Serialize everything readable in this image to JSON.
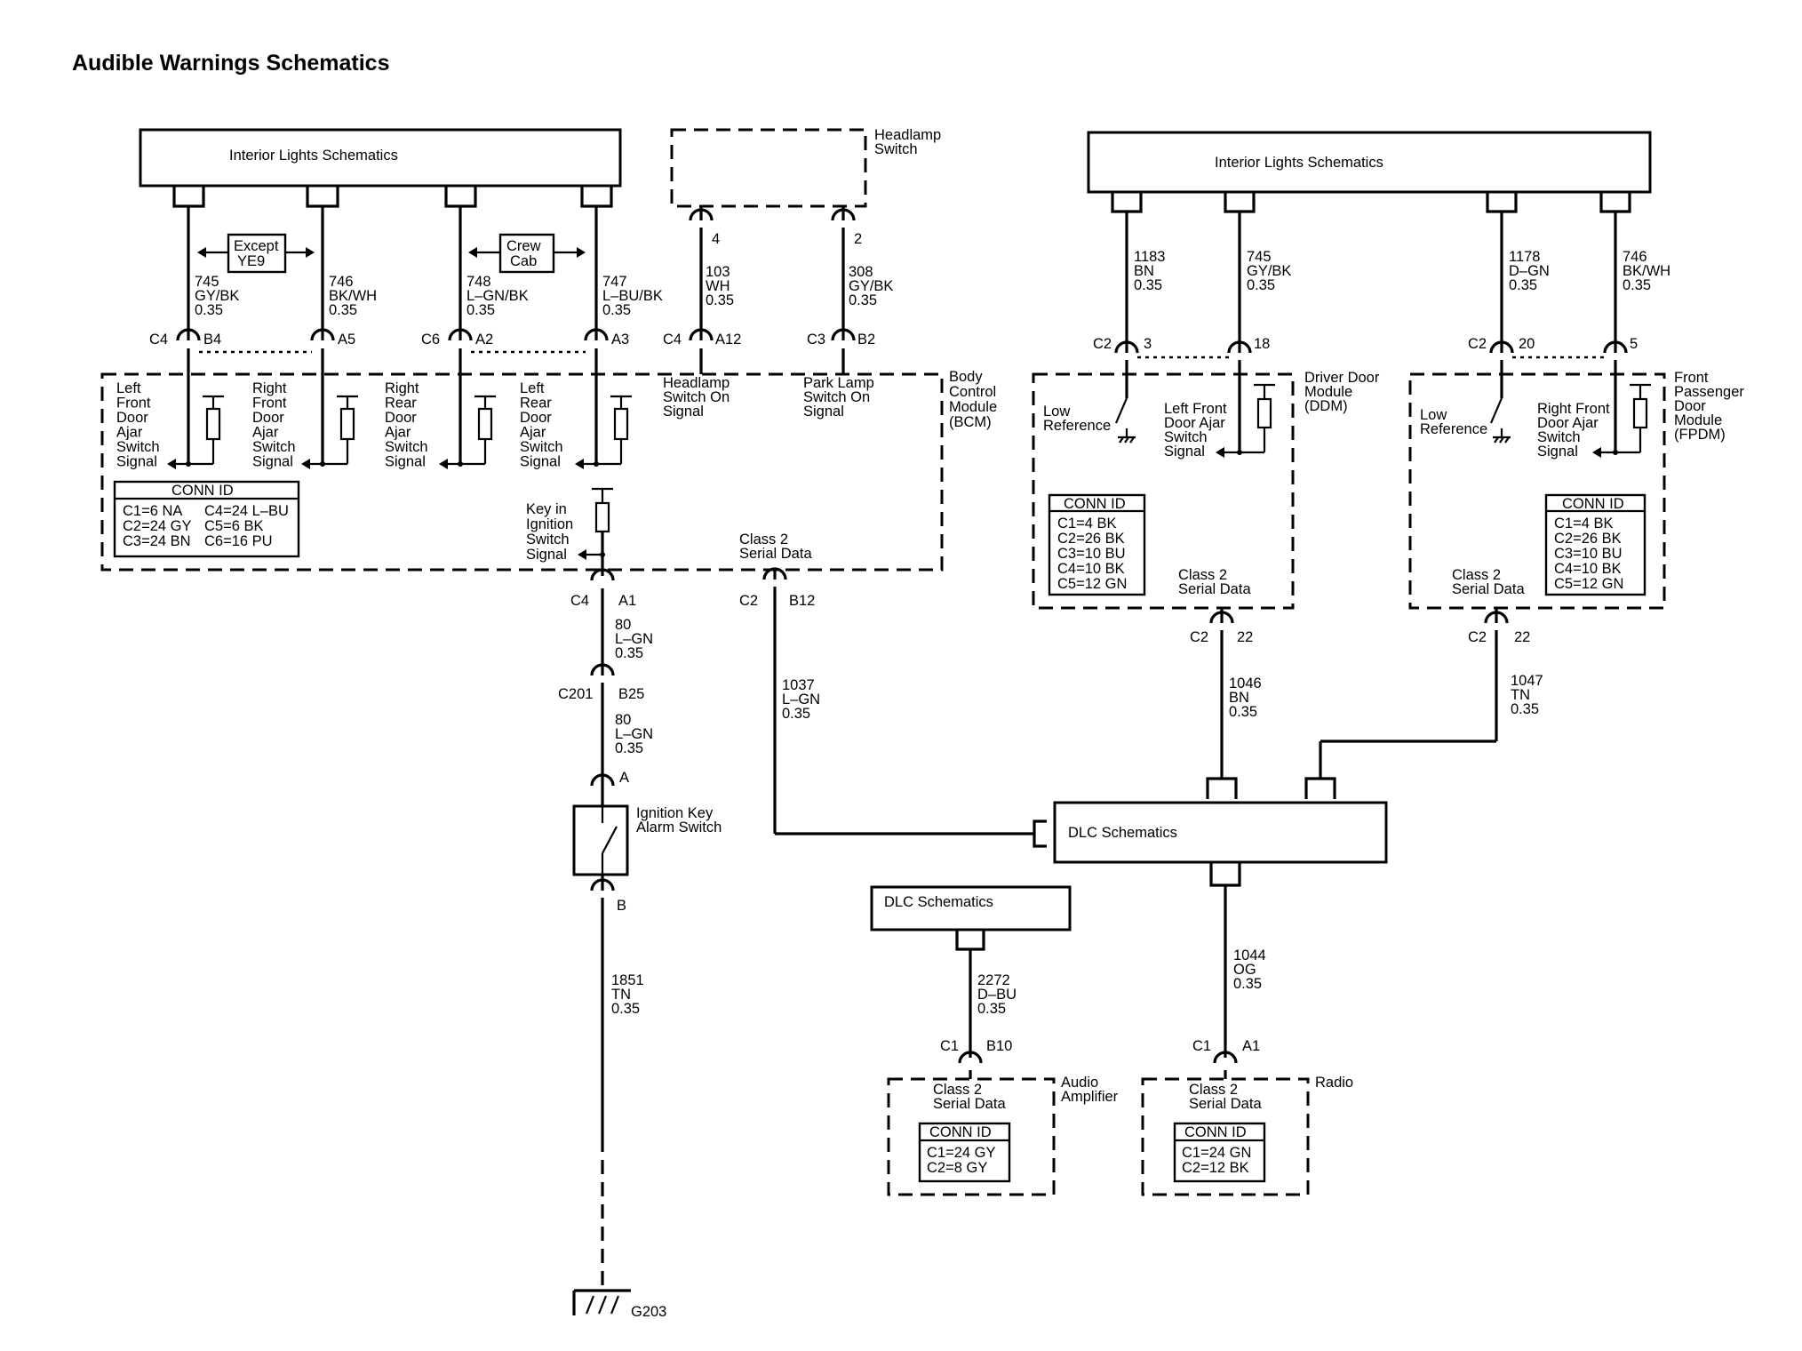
{
  "title": "Audible Warnings Schematics",
  "interior_lights_left": "Interior Lights Schematics",
  "interior_lights_right": "Interior Lights Schematics",
  "headlamp_switch": [
    "Headlamp",
    "Switch"
  ],
  "bcm": [
    "Body",
    "Control",
    "Module",
    "(BCM)"
  ],
  "option_except": [
    "Except",
    "YE9"
  ],
  "option_crew": [
    "Crew",
    "Cab"
  ],
  "left_wires": [
    {
      "circuit": "745",
      "color": "GY/BK",
      "size": "0.35",
      "conn": "C4",
      "pin": "B4",
      "signal": [
        "Left",
        "Front",
        "Door",
        "Ajar",
        "Switch",
        "Signal"
      ]
    },
    {
      "circuit": "746",
      "color": "BK/WH",
      "size": "0.35",
      "conn": "",
      "pin": "A5",
      "signal": [
        "Right",
        "Front",
        "Door",
        "Ajar",
        "Switch",
        "Signal"
      ]
    },
    {
      "circuit": "748",
      "color": "L–GN/BK",
      "size": "0.35",
      "conn": "C6",
      "pin": "A2",
      "signal": [
        "Right",
        "Rear",
        "Door",
        "Ajar",
        "Switch",
        "Signal"
      ]
    },
    {
      "circuit": "747",
      "color": "L–BU/BK",
      "size": "0.35",
      "conn": "",
      "pin": "A3",
      "signal": [
        "Left",
        "Rear",
        "Door",
        "Ajar",
        "Switch",
        "Signal"
      ]
    }
  ],
  "headlamp_wires": [
    {
      "switch_pin": "4",
      "circuit": "103",
      "color": "WH",
      "size": "0.35",
      "conn": "C4",
      "pin": "A12",
      "signal": [
        "Headlamp",
        "Switch On",
        "Signal"
      ]
    },
    {
      "switch_pin": "2",
      "circuit": "308",
      "color": "GY/BK",
      "size": "0.35",
      "conn": "C3",
      "pin": "B2",
      "signal": [
        "Park Lamp",
        "Switch On",
        "Signal"
      ]
    }
  ],
  "bcm_conn": {
    "header": "CONN ID",
    "rows": [
      "C1=6 NA",
      "C2=24 GY",
      "C3=24 BN",
      "C4=24 L–BU",
      "C5=6 BK",
      "C6=16 PU"
    ]
  },
  "key_in": [
    "Key in",
    "Ignition",
    "Switch",
    "Signal"
  ],
  "bcm_serial": {
    "label": [
      "Class 2",
      "Serial Data"
    ],
    "conn": "C2",
    "pin": "B12",
    "circuit": "1037",
    "color": "L–GN",
    "size": "0.35"
  },
  "ignition_chain": {
    "bcm_conn": "C4",
    "bcm_pin": "A1",
    "w1_circuit": "80",
    "w1_color": "L–GN",
    "w1_size": "0.35",
    "inline_conn": "C201",
    "inline_pin": "B25",
    "w2_circuit": "80",
    "w2_color": "L–GN",
    "w2_size": "0.35",
    "switch_pin_a": "A",
    "switch_name": [
      "Ignition Key",
      "Alarm Switch"
    ],
    "switch_pin_b": "B",
    "w3_circuit": "1851",
    "w3_color": "TN",
    "w3_size": "0.35",
    "ground": "G203"
  },
  "right_wires": [
    {
      "circuit": "1183",
      "color": "BN",
      "size": "0.35",
      "conn": "C2",
      "pin": "3"
    },
    {
      "circuit": "745",
      "color": "GY/BK",
      "size": "0.35",
      "conn": "",
      "pin": "18"
    },
    {
      "circuit": "1178",
      "color": "D–GN",
      "size": "0.35",
      "conn": "C2",
      "pin": "20"
    },
    {
      "circuit": "746",
      "color": "BK/WH",
      "size": "0.35",
      "conn": "",
      "pin": "5"
    }
  ],
  "ddm": {
    "name": [
      "Driver Door",
      "Module",
      "(DDM)"
    ],
    "low_ref": [
      "Low",
      "Reference"
    ],
    "signal": [
      "Left Front",
      "Door Ajar",
      "Switch",
      "Signal"
    ],
    "conn_header": "CONN ID",
    "conn_rows": [
      "C1=4 BK",
      "C2=26 BK",
      "C3=10 BU",
      "C4=10 BK",
      "C5=12 GN"
    ],
    "serial": [
      "Class 2",
      "Serial Data"
    ],
    "serial_conn": "C2",
    "serial_pin": "22",
    "circuit": "1046",
    "color": "BN",
    "size": "0.35"
  },
  "fpdm": {
    "name": [
      "Front",
      "Passenger",
      "Door",
      "Module",
      "(FPDM)"
    ],
    "low_ref": [
      "Low",
      "Reference"
    ],
    "signal": [
      "Right Front",
      "Door Ajar",
      "Switch",
      "Signal"
    ],
    "conn_header": "CONN ID",
    "conn_rows": [
      "C1=4 BK",
      "C2=26 BK",
      "C3=10 BU",
      "C4=10 BK",
      "C5=12 GN"
    ],
    "serial": [
      "Class 2",
      "Serial Data"
    ],
    "serial_conn": "C2",
    "serial_pin": "22",
    "circuit": "1047",
    "color": "TN",
    "size": "0.35"
  },
  "dlc_main": "DLC Schematics",
  "dlc_small": "DLC Schematics",
  "radio_wire": {
    "circuit": "1044",
    "color": "OG",
    "size": "0.35"
  },
  "amp_wire": {
    "circuit": "2272",
    "color": "D–BU",
    "size": "0.35"
  },
  "audio_amp": {
    "name": [
      "Audio",
      "Amplifier"
    ],
    "conn": "C1",
    "pin": "B10",
    "serial": [
      "Class 2",
      "Serial Data"
    ],
    "conn_header": "CONN ID",
    "conn_rows": [
      "C1=24 GY",
      "C2=8 GY"
    ]
  },
  "radio": {
    "name": "Radio",
    "conn": "C1",
    "pin": "A1",
    "serial": [
      "Class 2",
      "Serial Data"
    ],
    "conn_header": "CONN ID",
    "conn_rows": [
      "C1=24 GN",
      "C2=12 BK"
    ]
  }
}
